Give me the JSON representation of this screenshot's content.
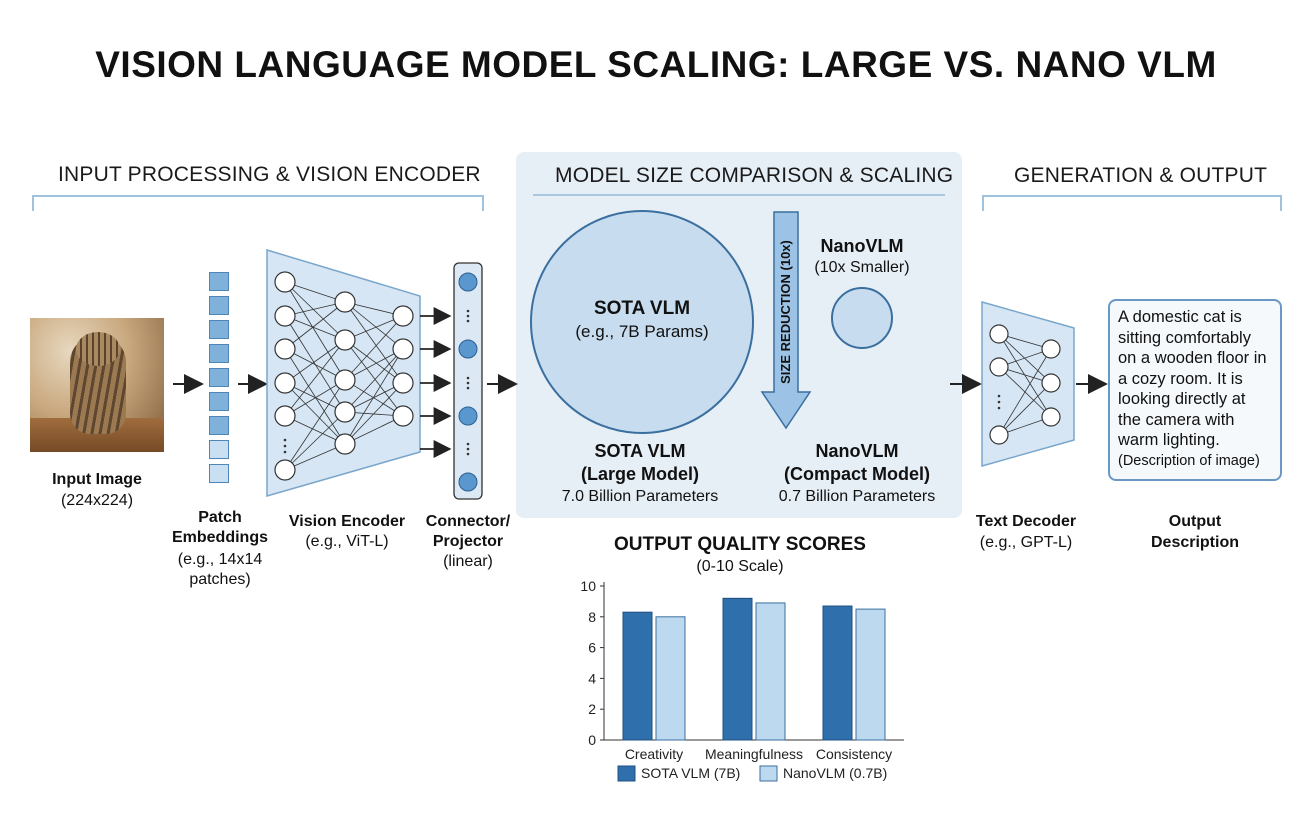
{
  "title": "VISION LANGUAGE MODEL SCALING: LARGE VS. NANO VLM",
  "sections": {
    "input": "INPUT PROCESSING & VISION ENCODER",
    "comparison": "MODEL SIZE COMPARISON & SCALING",
    "output": "GENERATION & OUTPUT"
  },
  "input_image": {
    "label": "Input Image",
    "size": "(224x224)"
  },
  "patch": {
    "label": "Patch Embeddings",
    "detail1": "(e.g., 14x14",
    "detail2": "patches)"
  },
  "encoder": {
    "label": "Vision Encoder",
    "detail": "(e.g., ViT-L)"
  },
  "connector": {
    "label1": "Connector/",
    "label2": "Projector",
    "detail": "(linear)"
  },
  "sota": {
    "circle_name": "SOTA VLM",
    "circle_params": "(e.g., 7B Params)",
    "name": "SOTA VLM",
    "kind": "(Large Model)",
    "params": "7.0 Billion Parameters"
  },
  "reduction": "SIZE REDUCTION (10x)",
  "nano": {
    "top_name": "NanoVLM",
    "top_detail": "(10x Smaller)",
    "name": "NanoVLM",
    "kind": "(Compact Model)",
    "params": "0.7 Billion Parameters"
  },
  "decoder": {
    "label": "Text Decoder",
    "detail": "(e.g., GPT-L)"
  },
  "output": {
    "text_lines": [
      "A domestic cat is",
      "sitting comfortably",
      "on a wooden floor in",
      "a cozy room. It is",
      "looking directly at",
      "the camera with",
      "warm lighting."
    ],
    "note": "(Description of image)",
    "label1": "Output",
    "label2": "Description"
  },
  "colors": {
    "sota": "#2f6fab",
    "nano": "#bcd9ef",
    "panel": "#e6eef6",
    "accent": "#6a98c4"
  },
  "chart_data": {
    "type": "bar",
    "title": "OUTPUT QUALITY SCORES",
    "subtitle": "(0-10 Scale)",
    "categories": [
      "Creativity",
      "Meaningfulness",
      "Consistency"
    ],
    "series": [
      {
        "name": "SOTA VLM (7B)",
        "values": [
          8.3,
          9.2,
          8.7
        ]
      },
      {
        "name": "NanoVLM (0.7B)",
        "values": [
          8.0,
          8.9,
          8.5
        ]
      }
    ],
    "ylim": [
      0,
      10
    ],
    "yticks": [
      "0",
      "2",
      "4",
      "6",
      "8",
      "10"
    ],
    "grid": false,
    "legend": "bottom"
  }
}
